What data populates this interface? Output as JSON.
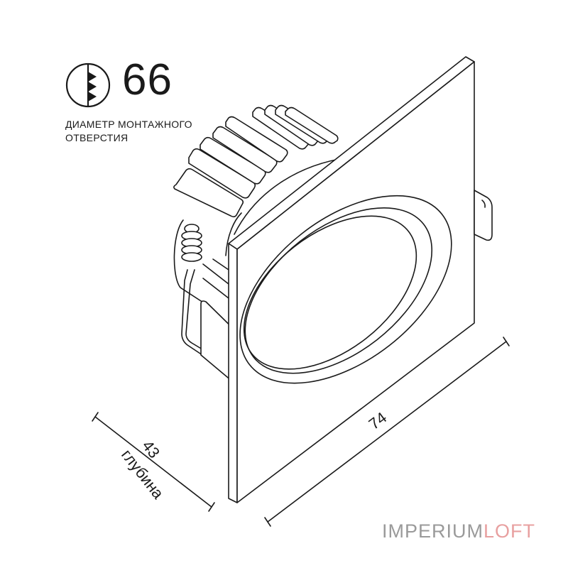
{
  "mounting_hole": {
    "icon": "drill-hole-icon",
    "value": "66",
    "caption_line1": "ДИАМЕТР МОНТАЖНОГО",
    "caption_line2": "ОТВЕРСТИЯ"
  },
  "dimensions": {
    "width_value": "74",
    "depth_value": "43",
    "depth_label": "глубина"
  },
  "brand": {
    "part1": "IMPERIUM",
    "part2": "LOFT",
    "color1": "#9a9a9a",
    "color2": "#e8a0a0"
  },
  "drawing": {
    "subject": "square recessed downlight with heatsink and spring clips",
    "line_color": "#1a1a1a"
  }
}
